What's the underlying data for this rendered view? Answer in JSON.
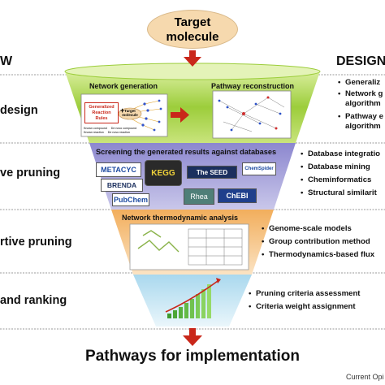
{
  "target": {
    "line1": "Target",
    "line2": "molecule"
  },
  "headers": {
    "left": "W",
    "right": "DESIGN"
  },
  "stages": [
    {
      "label": "design"
    },
    {
      "label": "ve pruning"
    },
    {
      "label": "rtive pruning"
    },
    {
      "label": "and ranking"
    }
  ],
  "stage1": {
    "network_generation": "Network generation",
    "pathway_reconstruction": "Pathway reconstruction",
    "rules_text": "Generalized\nReaction\nRules",
    "plus": "+",
    "target_mini": "Target\nmolecule",
    "legend": [
      "Known compound",
      "De novo compound",
      "Known reaction",
      "De novo reaction"
    ]
  },
  "stage2": {
    "title": "Screening the generated results against databases",
    "logos": {
      "metacyc": "METACYC",
      "kegg": "KEGG",
      "seed": "The SEED",
      "chemspider": "ChemSpider",
      "brenda": "BRENDA",
      "pubchem": "PubChem",
      "rhea": "Rhea",
      "chebi": "ChEBI"
    }
  },
  "stage3": {
    "title": "Network thermodynamic analysis"
  },
  "right_bullets": {
    "group1": [
      "Generaliz",
      "Network g",
      "algorithm",
      "Pathway e",
      "algorithm"
    ],
    "group2": [
      "Database integratio",
      "Database mining",
      "Cheminformatics",
      "Structural similarit"
    ],
    "group3": [
      "Genome-scale models",
      "Group contribution method",
      "Thermodynamics-based flux"
    ],
    "group4": [
      "Pruning criteria assessment",
      "Criteria weight assignment"
    ]
  },
  "bottom": {
    "title": "Pathways for implementation",
    "credit": "Current Opi"
  },
  "colors": {
    "stage1": "#9ccd3b",
    "stage2": "#b9b6e0",
    "stage3": "#f5c78e",
    "stage4": "#c6e6f3",
    "target": "#f6d9ae",
    "arrow": "#c9271a"
  }
}
